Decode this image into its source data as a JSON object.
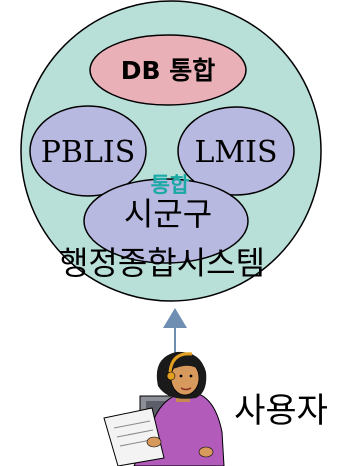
{
  "diagram": {
    "db_label": "DB 통합",
    "pblis_label": "PBLIS",
    "lmis_label": "LMIS",
    "merge_label": "통합",
    "district_label": "시군구",
    "system_label": "행정종합시스템",
    "user_label": "사용자"
  },
  "colors": {
    "outer_circle": "#b9dfd9",
    "db_ellipse": "#eab0b7",
    "system_ellipse": "#b8b9e1",
    "merge_text": "#1aa9a4",
    "arrow": "#6e8fb2"
  }
}
